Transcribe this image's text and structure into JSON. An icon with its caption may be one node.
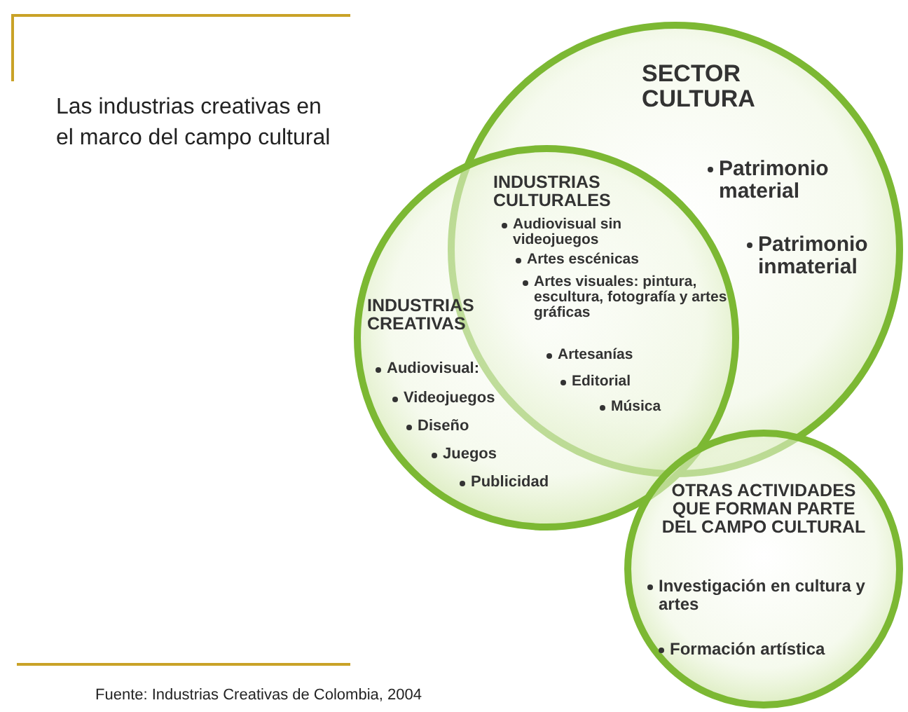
{
  "diagram": {
    "title": "Las industrias creativas en el marco del campo cultural",
    "caption": "Fuente: Industrias Creativas de Colombia, 2004",
    "nodes": [
      {
        "text": [
          "SECTOR CULTURA",
          "Patrimonio material",
          "Patrimonio inmaterial"
        ]
      },
      {
        "text": [
          "INDUSTRIAS CREATIVAS",
          "Audiovisual:",
          "Videojuegos",
          "Diseño",
          "Juegos",
          "Publicidad"
        ]
      },
      {
        "text": [
          "OTRAS ACTIVIDADES QUE FORMAN PARTE DEL CAMPO CULTURAL",
          "Investigación en cultura y artes",
          "Formación artística"
        ]
      }
    ],
    "edges": [],
    "labels": [
      "INDUSTRIAS CULTURALES",
      "Audiovisual sin videojuegos",
      "Artes escénicas",
      "Artes visuales: pintura, escultura, fotografía y artes gráficas",
      "Artesanías",
      "Editorial",
      "Música"
    ]
  }
}
